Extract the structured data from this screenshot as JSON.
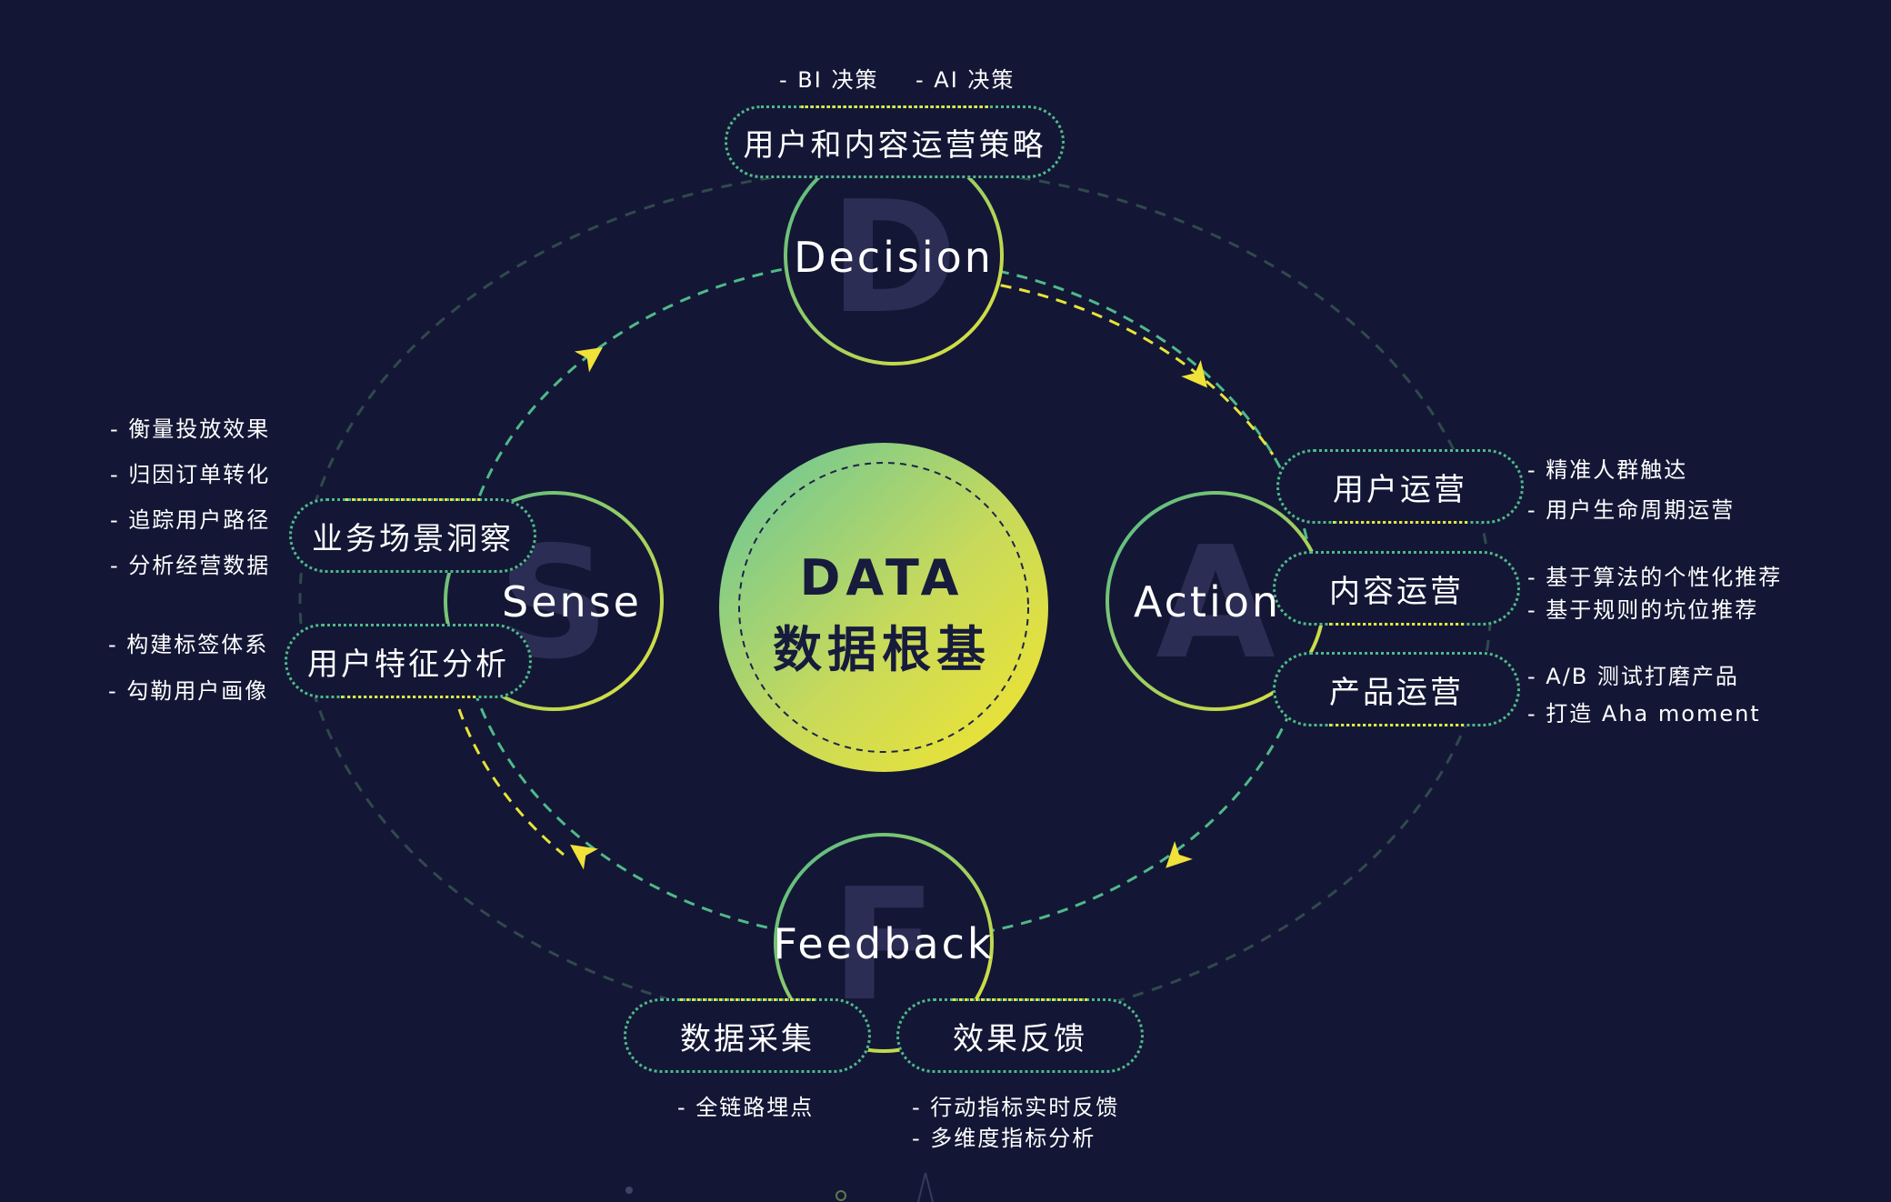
{
  "center": {
    "line1": "DATA",
    "line2": "数据根基"
  },
  "nodes": {
    "decision": {
      "letter": "D",
      "label": "Decision"
    },
    "sense": {
      "letter": "S",
      "label": "Sense"
    },
    "action": {
      "letter": "A",
      "label": "Action"
    },
    "feedback": {
      "letter": "F",
      "label": "Feedback"
    }
  },
  "decision_pill": "用户和内容运营策略",
  "decision_notes": [
    "- BI 决策",
    "- AI 决策"
  ],
  "sense_pills": [
    "业务场景洞察",
    "用户特征分析"
  ],
  "sense_notes_1": [
    "- 衡量投放效果",
    "- 归因订单转化",
    "- 追踪用户路径",
    "- 分析经营数据"
  ],
  "sense_notes_2": [
    "- 构建标签体系",
    "- 勾勒用户画像"
  ],
  "action_pills": [
    "用户运营",
    "内容运营",
    "产品运营"
  ],
  "action_notes_1": [
    "- 精准人群触达",
    "- 用户生命周期运营"
  ],
  "action_notes_2": [
    "- 基于算法的个性化推荐",
    "- 基于规则的坑位推荐"
  ],
  "action_notes_3": [
    "- A/B 测试打磨产品",
    "- 打造 Aha moment"
  ],
  "feedback_pills": [
    "数据采集",
    "效果反馈"
  ],
  "feedback_notes_1": [
    "- 全链路埋点"
  ],
  "feedback_notes_2": [
    "- 行动指标实时反馈",
    "- 多维度指标分析"
  ],
  "colors": {
    "background": "#131735",
    "green": "#4fb98a",
    "yellow": "#e7e33a",
    "gradient_start": "#6cc79a",
    "gradient_end": "#f1e534"
  }
}
